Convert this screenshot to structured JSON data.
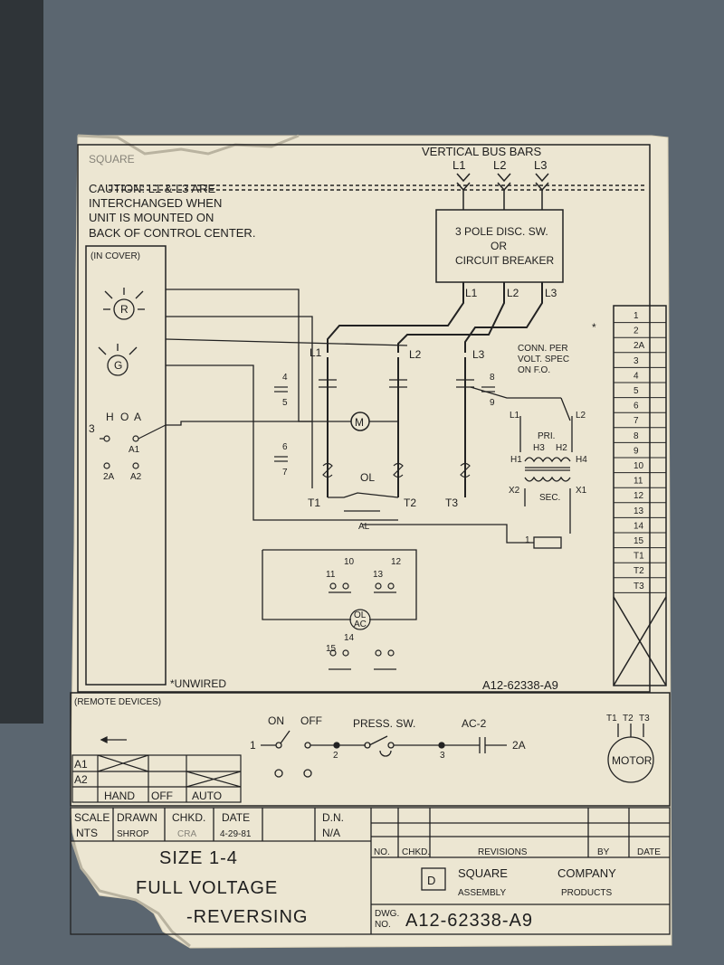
{
  "header": {
    "torn_label": "SQUARE",
    "bus_title": "VERTICAL BUS BARS",
    "bus_lines": [
      "L1",
      "L2",
      "L3"
    ],
    "caution": [
      "CAUTION: L1 & L3 ARE",
      "INTERCHANGED WHEN",
      "UNIT IS MOUNTED ON",
      "BACK OF CONTROL CENTER."
    ]
  },
  "breaker": {
    "lines": [
      "3 POLE DISC. SW.",
      "OR",
      "CIRCUIT BREAKER"
    ],
    "load_labels": [
      "L1",
      "L2",
      "L3"
    ]
  },
  "cover": {
    "label": "(IN COVER)",
    "lights": [
      "R",
      "G"
    ],
    "selector": {
      "pos_h": "H",
      "pos_o": "O",
      "pos_a": "A",
      "terminal_3": "3",
      "a1": "A1",
      "t2a": "2A",
      "a2": "A2"
    },
    "contacts": [
      "4",
      "5",
      "6",
      "7",
      "8",
      "9"
    ]
  },
  "power": {
    "line_labels": [
      "L1",
      "L2",
      "L3"
    ],
    "motor_terms": [
      "T1",
      "T2",
      "T3"
    ],
    "motor_coil": "M",
    "ol_label": "OL",
    "al_label": "AL"
  },
  "transformer": {
    "conn": [
      "CONN. PER",
      "VOLT. SPEC",
      "ON F.O."
    ],
    "l1": "L1",
    "l2": "L2",
    "pri": "PRI.",
    "h1": "H1",
    "h2": "H2",
    "h3": "H3",
    "h4": "H4",
    "x1": "X1",
    "x2": "X2",
    "sec": "SEC.",
    "fuse_num": "1"
  },
  "aux": {
    "contacts": [
      "10",
      "11",
      "12",
      "13",
      "14",
      "15"
    ],
    "coil": [
      "OL",
      "AC"
    ],
    "unwired": "*UNWIRED",
    "drawing_ref": "A12-62338-A9"
  },
  "terminal_strip": {
    "star": "*",
    "items": [
      "1",
      "2",
      "2A",
      "3",
      "4",
      "5",
      "6",
      "7",
      "8",
      "9",
      "10",
      "11",
      "12",
      "13",
      "14",
      "15",
      "T1",
      "T2",
      "T3"
    ]
  },
  "remote": {
    "label": "(REMOTE DEVICES)",
    "on": "ON",
    "off": "OFF",
    "press": "PRESS. SW.",
    "ac2": "AC-2",
    "t1": "1",
    "t2": "2",
    "t3": "3",
    "t2a": "2A",
    "motor_terms": [
      "T1",
      "T2",
      "T3"
    ],
    "motor": "MOTOR",
    "table_rows": [
      "A1",
      "A2"
    ],
    "table_cols": [
      "HAND",
      "OFF",
      "AUTO"
    ]
  },
  "title_block": {
    "headers": [
      "SCALE",
      "DRAWN",
      "CHKD.",
      "DATE",
      "D.N."
    ],
    "values": [
      "NTS",
      "SHROP",
      "CRA",
      "4-29-81",
      "N/A"
    ],
    "lines": [
      "SIZE 1-4",
      "FULL VOLTAGE",
      "-REVERSING"
    ],
    "rev_cols": [
      "NO.",
      "CHKD.",
      "REVISIONS",
      "BY",
      "DATE"
    ],
    "logo": "D",
    "company_a": "SQUARE",
    "company_b": "COMPANY",
    "assembly": "ASSEMBLY",
    "products": "PRODUCTS",
    "dwg_label": [
      "DWG.",
      "NO."
    ],
    "dwg_no": "A12-62338-A9"
  }
}
